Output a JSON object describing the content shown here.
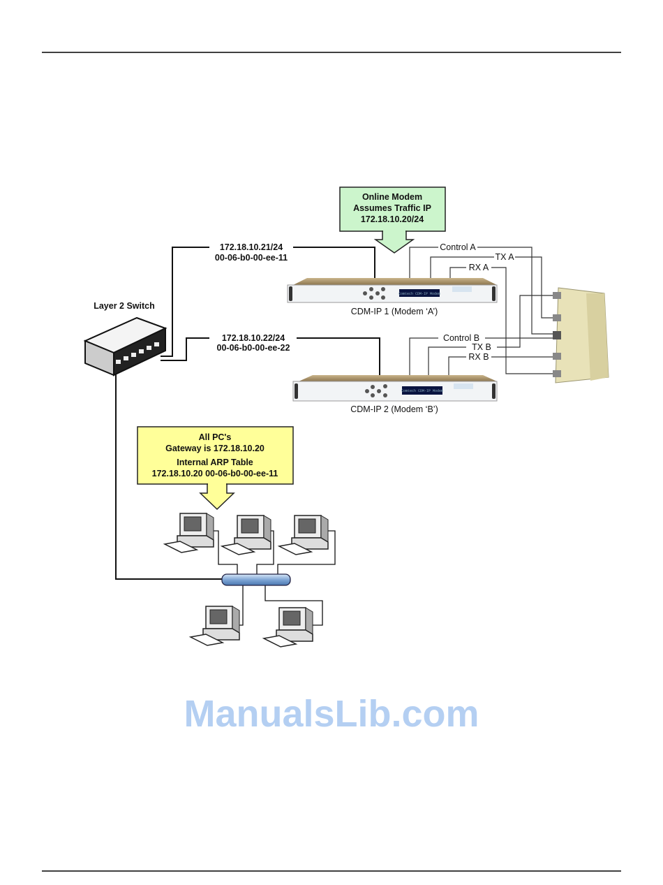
{
  "callout_online": {
    "line1": "Online Modem",
    "line2": "Assumes Traffic IP",
    "line3": "172.18.10.20/24",
    "color": "#ccf5cc"
  },
  "callout_pcs": {
    "line1": "All PC's",
    "line2": "Gateway is 172.18.10.20",
    "line3": "Internal ARP Table",
    "line4": "172.18.10.20  00-06-b0-00-ee-11",
    "color": "#ffff99"
  },
  "switch": {
    "label": "Layer 2 Switch"
  },
  "modem_a": {
    "ip": "172.18.10.21/24",
    "mac": "00-06-b0-00-ee-11",
    "label": "CDM-IP 1 (Modem ‘A’)",
    "display": "Comtech CDM-IP Modem"
  },
  "modem_b": {
    "ip": "172.18.10.22/24",
    "mac": "00-06-b0-00-ee-22",
    "label": "CDM-IP 2 (Modem ‘B’)",
    "display": "Comtech CDM-IP Modem"
  },
  "links": {
    "control_a": "Control A",
    "tx_a": "TX A",
    "rx_a": "RX A",
    "control_b": "Control B",
    "tx_b": "TX B",
    "rx_b": "RX B"
  },
  "watermark": "ManualsLib.com"
}
